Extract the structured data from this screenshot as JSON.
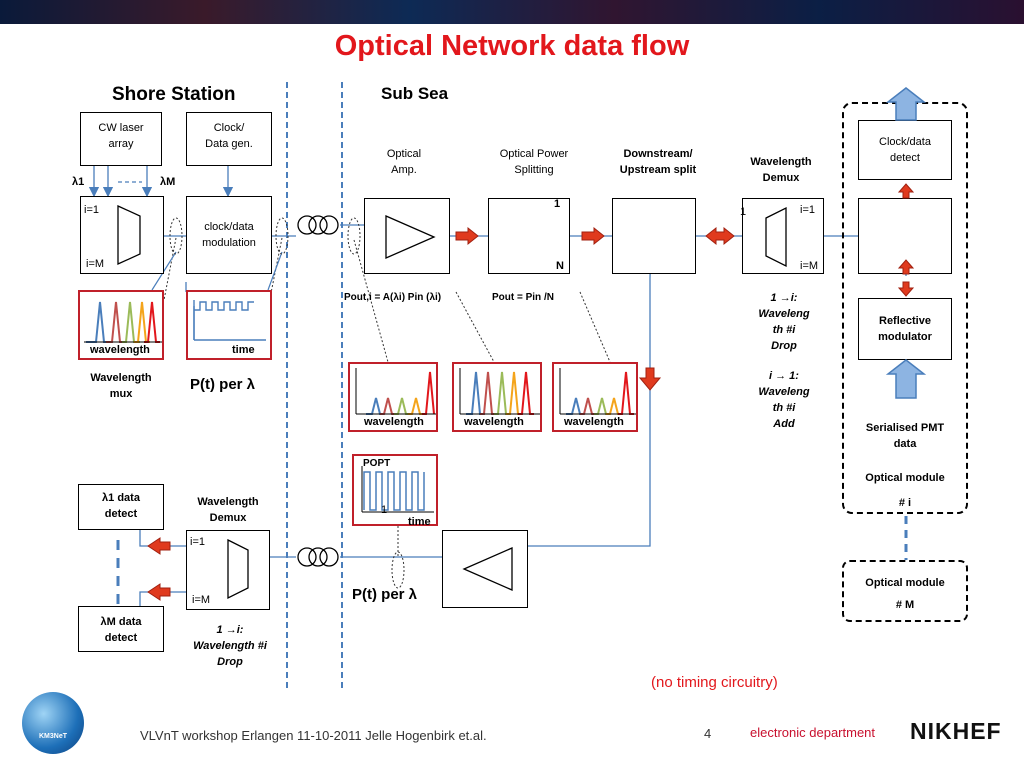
{
  "title": "Optical Network data flow",
  "sections": {
    "shore": "Shore Station",
    "subsea": "Sub Sea"
  },
  "shore": {
    "cw_laser": "CW laser\narray",
    "clock_gen": "Clock/\nData gen.",
    "lambda1": "λ1",
    "lambdaM": "λM",
    "i1": "i=1",
    "iM": "i=M",
    "clock_mod": "clock/data\nmodulation",
    "wavelength_label": "wavelength",
    "time_label": "time",
    "wavelength_mux": "Wavelength\nmux",
    "pt_per_lambda": "P(t) per λ"
  },
  "subsea": {
    "optical_amp": "Optical\nAmp.",
    "power_split": "Optical Power\nSplitting",
    "ds_us_split": "Downstream/\nUpstream split",
    "wl_demux": "Wavelength\nDemux",
    "split_1": "1",
    "split_n": "N",
    "demux_1": "1",
    "demux_i1": "i=1",
    "demux_iM": "i=M",
    "pout_amp": "Pout,i = A(λi) Pin (λi)",
    "pout_split": "Pout = Pin /N",
    "drop_text": "1 →i:\nWaveleng\nth #i\nDrop",
    "add_text": "i → 1:\nWaveleng\nth #i\nAdd",
    "spectra_label_1": "wavelength",
    "spectra_label_2": "wavelength",
    "spectra_label_3": "wavelength",
    "popt": "POPT",
    "popt_one": "1",
    "popt_time": "time",
    "pt_per_lambda": "P(t) per λ"
  },
  "module": {
    "clock_detect": "Clock/data\ndetect",
    "reflective_mod": "Reflective\nmodulator",
    "serialised": "Serialised PMT\ndata",
    "optical_module_i": "Optical module\n# i",
    "optical_module_m": "Optical module\n# M"
  },
  "return": {
    "l1_detect": "λ1 data\ndetect",
    "lM_detect": "λM data\ndetect",
    "wl_demux": "Wavelength\nDemux",
    "i1": "i=1",
    "iM": "i=M",
    "drop_text": "1 →i:\nWavelength #i\nDrop"
  },
  "note": "(no timing circuitry)",
  "footer": {
    "logo_text": "KM3NeT",
    "citation": "VLVnT workshop Erlangen  11-10-2011   Jelle Hogenbirk et.al.",
    "page": "4",
    "department": "electronic department",
    "nikhef": "NIKHEF"
  },
  "colors": {
    "title_red": "#e2171c",
    "accent_blue": "#4a7ebb",
    "arrow_red": "#e03a1e",
    "box_red": "#c0202a",
    "dept_red": "#c8102e"
  }
}
